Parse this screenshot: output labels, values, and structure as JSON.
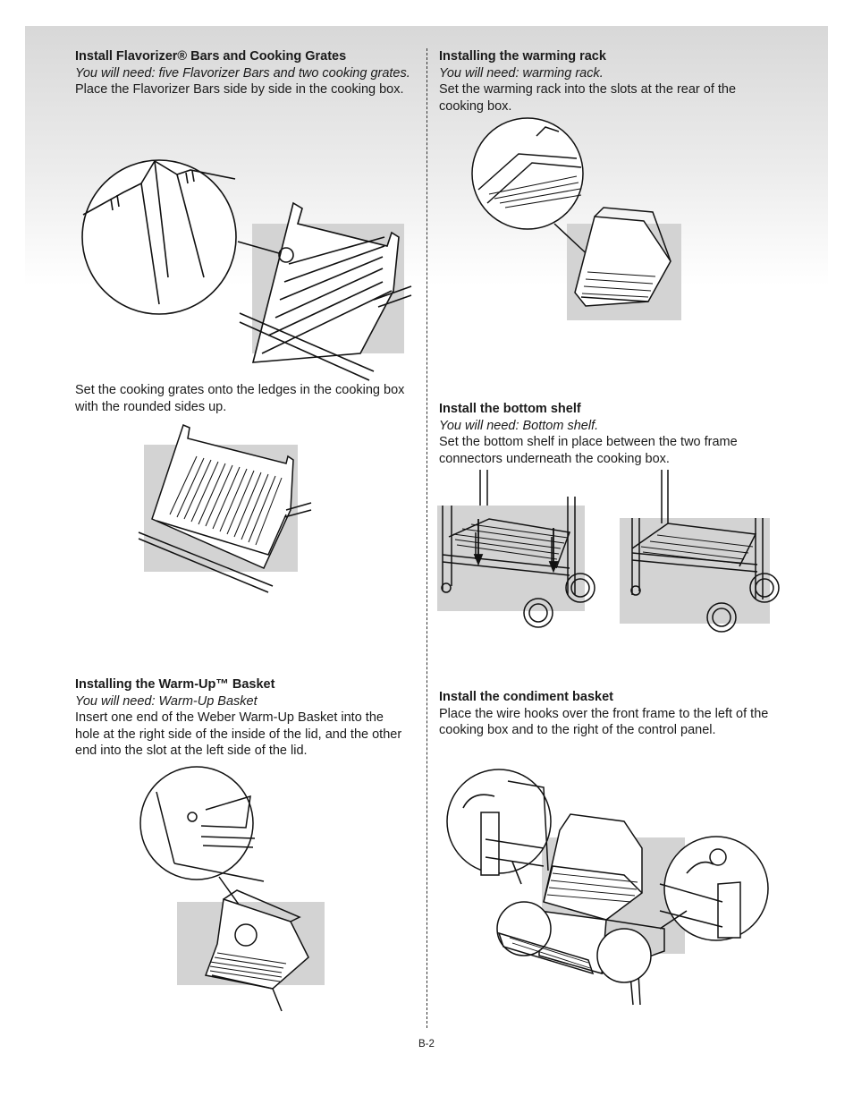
{
  "page_number": "B-2",
  "sections": {
    "flavorizer": {
      "heading": "Install Flavorizer® Bars and Cooking Grates",
      "need": "You will need: five Flavorizer Bars and two cooking grates.",
      "body": "Place the Flavorizer Bars side by side in the cooking box."
    },
    "grates": {
      "body": "Set the cooking grates onto the ledges in the cooking box with the rounded sides up."
    },
    "warmup": {
      "heading": "Installing the Warm-Up™ Basket",
      "need": "You will need: Warm-Up Basket",
      "body": "Insert one end of the Weber Warm-Up Basket into the hole at the right side of the inside of the lid, and the other end into the slot at the left side of the lid."
    },
    "warming_rack": {
      "heading": "Installing the warming rack",
      "need": "You will need: warming rack.",
      "body": "Set the warming rack into the slots at the rear of the cooking box."
    },
    "bottom_shelf": {
      "heading": "Install the bottom shelf",
      "need": "You will need: Bottom shelf.",
      "body": "Set the bottom shelf in place between the two frame connectors underneath the cooking box."
    },
    "condiment": {
      "heading": "Install the condiment basket",
      "body": "Place the wire hooks over the front frame to the left of the cooking box and to the right of the control panel."
    }
  }
}
